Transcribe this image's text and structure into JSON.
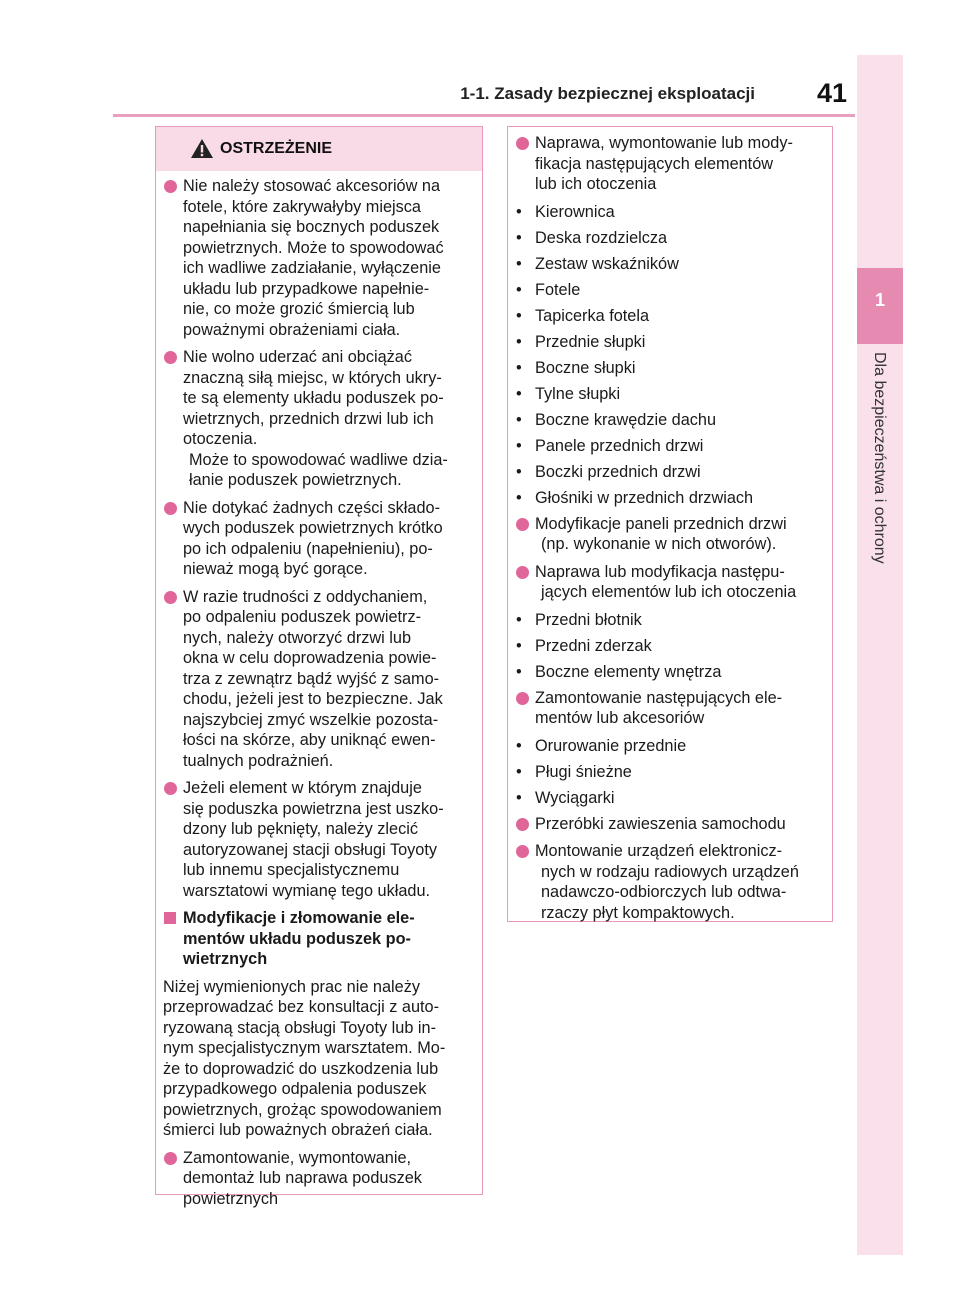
{
  "header": {
    "title": "1-1. Zasady bezpiecznej eksploatacji",
    "page_number": "41"
  },
  "side_tab": {
    "number": "1",
    "label": "Dla bezpieczeństwa i ochrony"
  },
  "warning": {
    "title": "OSTRZEŻENIE",
    "icon": "warning-triangle-icon"
  },
  "left": {
    "p1": [
      "Nie należy stosować akcesoriów na",
      "fotele, które zakrywałyby miejsca",
      "napełniania się bocznych poduszek",
      "powietrznych. Może to spowodować",
      "ich wadliwe zadziałanie, wyłączenie",
      "układu lub przypadkowe napełnie-",
      "nie, co może grozić śmiercią lub",
      "poważnymi obrażeniami ciała."
    ],
    "p2": [
      "Nie wolno uderzać ani obciążać",
      "znaczną siłą miejsc, w których ukry-",
      "te są elementy układu poduszek po-",
      "wietrznych, przednich drzwi lub ich",
      "otoczenia."
    ],
    "p2b": [
      "Może to spowodować wadliwe dzia-",
      "łanie poduszek powietrznych."
    ],
    "p3": [
      "Nie dotykać żadnych części składo-",
      "wych poduszek powietrznych krótko",
      "po ich odpaleniu (napełnieniu), po-",
      "nieważ mogą być gorące."
    ],
    "p4": [
      "W razie trudności z oddychaniem,",
      "po odpaleniu poduszek powietrz-",
      "nych, należy otworzyć drzwi lub",
      "okna w celu doprowadzenia powie-",
      "trza z zewnątrz bądź wyjść z samo-",
      "chodu, jeżeli jest to bezpieczne. Jak",
      "najszybciej zmyć wszelkie pozosta-",
      "łości na skórze, aby uniknąć ewen-",
      "tualnych podrażnień."
    ],
    "p5": [
      "Jeżeli element w którym znajduje",
      "się poduszka powietrzna jest uszko-",
      "dzony lub pęknięty, należy zlecić",
      "autoryzowanej stacji obsługi Toyoty",
      "lub innemu specjalistycznemu",
      "warsztatowi wymianę tego układu."
    ],
    "section": [
      "Modyfikacje i złomowanie ele-",
      "mentów układu poduszek po-",
      "wietrznych"
    ],
    "p6": [
      "Niżej wymienionych prac nie należy",
      "przeprowadzać bez konsultacji z auto-",
      "ryzowaną stacją obsługi Toyoty lub in-",
      "nym specjalistycznym warsztatem. Mo-",
      "że to doprowadzić do uszkodzenia lub",
      "przypadkowego odpalenia poduszek",
      "powietrznych, grożąc spowodowaniem",
      "śmierci lub poważnych obrażeń ciała."
    ],
    "p7": [
      "Zamontowanie, wymontowanie,",
      "demontaż lub naprawa poduszek",
      "powietrznych"
    ]
  },
  "right": {
    "r1": [
      "Naprawa, wymontowanie lub mody-",
      "fikacja następujących elementów",
      "lub ich otoczenia"
    ],
    "list1": [
      "Kierownica",
      "Deska rozdzielcza",
      "Zestaw wskaźników",
      "Fotele",
      "Tapicerka fotela",
      "Przednie słupki",
      "Boczne słupki",
      "Tylne słupki",
      "Boczne krawędzie dachu",
      "Panele przednich drzwi",
      "Boczki przednich drzwi",
      "Głośniki w przednich drzwiach"
    ],
    "r2": [
      "Modyfikacje paneli przednich drzwi",
      "(np. wykonanie w nich otworów)."
    ],
    "r3": [
      "Naprawa lub modyfikacja następu-",
      "jących elementów lub ich otoczenia"
    ],
    "list2": [
      "Przedni błotnik",
      "Przedni zderzak",
      "Boczne elementy wnętrza"
    ],
    "r4": [
      "Zamontowanie następujących ele-",
      "mentów lub akcesoriów"
    ],
    "list3": [
      "Orurowanie przednie",
      "Pługi śnieżne",
      "Wyciągarki"
    ],
    "r5": [
      "Przeróbki zawieszenia samochodu"
    ],
    "r6": [
      "Montowanie urządzeń elektronicz-",
      "nych w rodzaju radiowych urządzeń",
      "nadawczo-odbiorczych lub odtwa-",
      "rzaczy płyt kompaktowych."
    ]
  }
}
